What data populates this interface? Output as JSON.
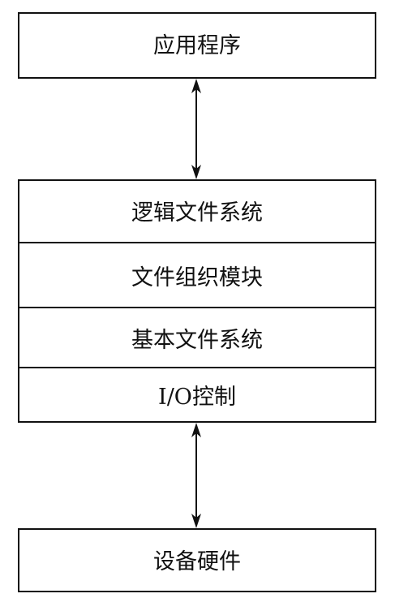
{
  "diagram": {
    "top_box": {
      "label": "应用程序"
    },
    "layers": [
      {
        "label": "逻辑文件系统"
      },
      {
        "label": "文件组织模块"
      },
      {
        "label": "基本文件系统"
      },
      {
        "label": "I/O控制"
      }
    ],
    "bottom_box": {
      "label": "设备硬件"
    },
    "colors": {
      "line": "#111111",
      "background": "#ffffff"
    }
  }
}
